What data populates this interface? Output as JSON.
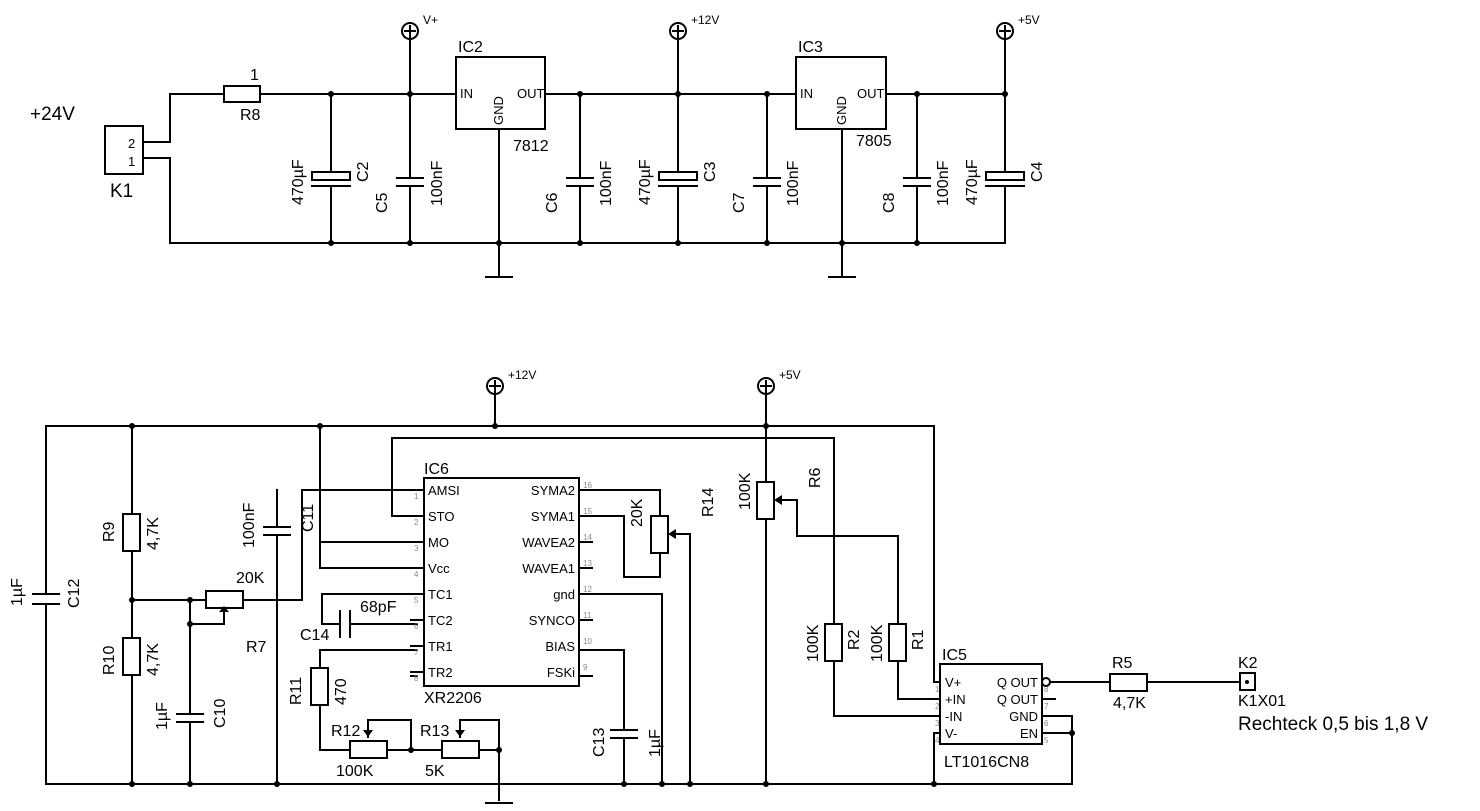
{
  "supply": {
    "input_label": "+24V",
    "connector_k1": "K1",
    "k1_pin2": "2",
    "k1_pin1": "1",
    "vplus": "V+",
    "plus12": "+12V",
    "plus5": "+5V",
    "plus12_osc": "+12V",
    "plus5_osc": "+5V"
  },
  "components": {
    "r8_name": "R8",
    "r8_value": "1",
    "c2_name": "C2",
    "c2_value": "470µF",
    "c5_name": "C5",
    "c5_value": "100nF",
    "ic2_name": "IC2",
    "ic2_part": "7812",
    "ic3_name": "IC3",
    "ic3_part": "7805",
    "c6_name": "C6",
    "c6_value": "100nF",
    "c3_name": "C3",
    "c3_value": "470µF",
    "c7_name": "C7",
    "c7_value": "100nF",
    "c8_name": "C8",
    "c8_value": "100nF",
    "c4_name": "C4",
    "c4_value": "470µF",
    "c12_name": "C12",
    "c12_value": "1µF",
    "r9_name": "R9",
    "r9_value": "4,7K",
    "r10_name": "R10",
    "r10_value": "4,7K",
    "r7_name": "R7",
    "r7_value": "20K",
    "c10_name": "C10",
    "c10_value": "1µF",
    "c11_name": "C11",
    "c11_value": "100nF",
    "c14_name": "C14",
    "c14_value": "68pF",
    "r11_name": "R11",
    "r11_value": "470",
    "r12_name": "R12",
    "r12_value": "100K",
    "r13_name": "R13",
    "r13_value": "5K",
    "ic6_name": "IC6",
    "ic6_part": "XR2206",
    "r14_name": "R14",
    "r14_value": "20K",
    "c13_name": "C13",
    "c13_value": "1µF",
    "r6_name": "R6",
    "r6_value": "100K",
    "r2_name": "R2",
    "r2_value": "100K",
    "r1_name": "R1",
    "r1_value": "100K",
    "ic5_name": "IC5",
    "ic5_part": "LT1016CN8",
    "r5_name": "R5",
    "r5_value": "4,7K",
    "k2_name": "K2",
    "k2_sub": "K1X01",
    "output_note": "Rechteck 0,5 bis 1,8 V"
  },
  "pins": {
    "in": "IN",
    "out": "OUT",
    "gnd": "GND",
    "xr": {
      "left": [
        "AMSI",
        "STO",
        "MO",
        "Vcc",
        "TC1",
        "TC2",
        "TR1",
        "TR2"
      ],
      "left_nums": [
        "1",
        "2",
        "3",
        "4",
        "5",
        "6",
        "7",
        "8"
      ],
      "right": [
        "SYMA2",
        "SYMA1",
        "WAVEA2",
        "WAVEA1",
        "gnd",
        "SYNCO",
        "BIAS",
        "FSKi"
      ],
      "right_nums": [
        "16",
        "15",
        "14",
        "13",
        "12",
        "11",
        "10",
        "9"
      ]
    },
    "lt": {
      "left": [
        "V+",
        "+IN",
        "-IN",
        "V-"
      ],
      "left_nums": [
        "1",
        "2",
        "3",
        "4"
      ],
      "right": [
        "Q OUT",
        "Q OUT",
        "GND",
        "EN"
      ],
      "right_nums": [
        "8",
        "7",
        "6",
        "5"
      ]
    }
  }
}
